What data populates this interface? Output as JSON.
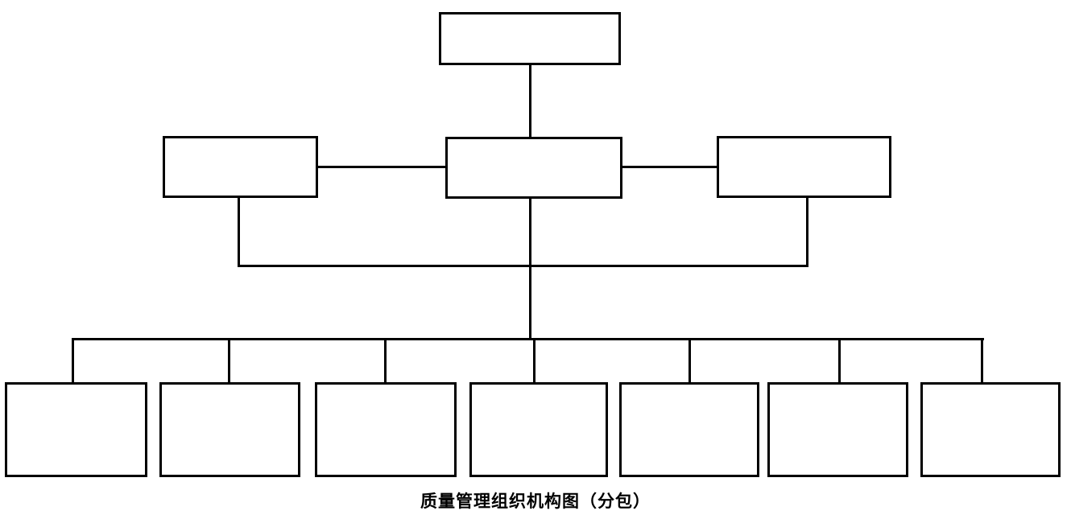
{
  "caption": {
    "text": "质量管理组织机构图（分包）"
  },
  "colors": {
    "line": "#000000",
    "box_fill": "#ffffff",
    "background": "#ffffff"
  },
  "diagram": {
    "type": "org-chart",
    "note": "all boxes are empty / unlabeled in the source image",
    "levels": [
      {
        "name": "top",
        "boxes": [
          {
            "id": "top",
            "label": ""
          }
        ]
      },
      {
        "name": "middle",
        "boxes": [
          {
            "id": "middle-left",
            "label": ""
          },
          {
            "id": "middle-center",
            "label": ""
          },
          {
            "id": "middle-right",
            "label": ""
          }
        ]
      },
      {
        "name": "bottom",
        "boxes": [
          {
            "id": "bottom-1",
            "label": ""
          },
          {
            "id": "bottom-2",
            "label": ""
          },
          {
            "id": "bottom-3",
            "label": ""
          },
          {
            "id": "bottom-4",
            "label": ""
          },
          {
            "id": "bottom-5",
            "label": ""
          },
          {
            "id": "bottom-6",
            "label": ""
          },
          {
            "id": "bottom-7",
            "label": ""
          }
        ]
      }
    ],
    "connections": [
      {
        "from": "top",
        "to": "middle-center",
        "style": "vertical"
      },
      {
        "from": "middle-left",
        "to": "middle-center",
        "style": "horizontal"
      },
      {
        "from": "middle-center",
        "to": "middle-right",
        "style": "horizontal"
      },
      {
        "from": "middle-left",
        "to": "middle-right",
        "style": "down-across loop below middle row"
      },
      {
        "from": "middle-center",
        "to": "distribution-bar",
        "style": "vertical spine"
      },
      {
        "from": "distribution-bar",
        "to": "bottom-1"
      },
      {
        "from": "distribution-bar",
        "to": "bottom-2"
      },
      {
        "from": "distribution-bar",
        "to": "bottom-3"
      },
      {
        "from": "distribution-bar",
        "to": "bottom-4"
      },
      {
        "from": "distribution-bar",
        "to": "bottom-5"
      },
      {
        "from": "distribution-bar",
        "to": "bottom-6"
      },
      {
        "from": "distribution-bar",
        "to": "bottom-7"
      }
    ]
  }
}
